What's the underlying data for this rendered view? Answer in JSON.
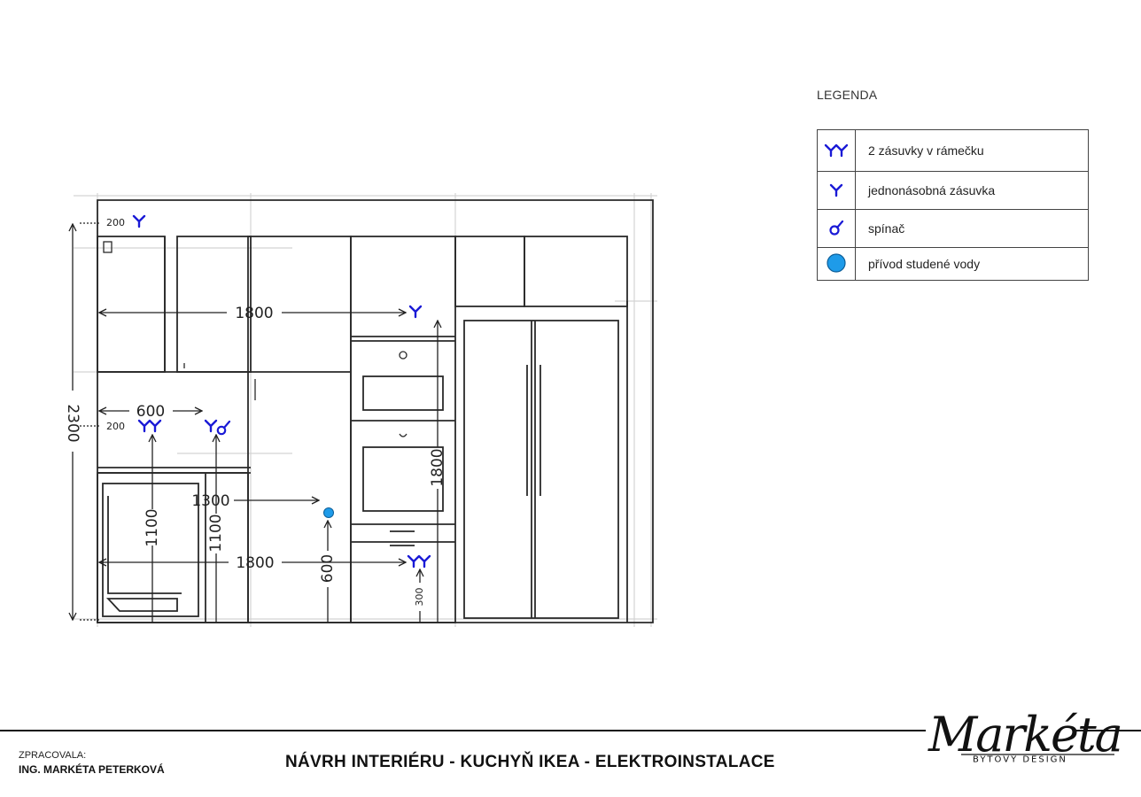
{
  "legend": {
    "title": "LEGENDA",
    "items": [
      {
        "symbol": "double-socket-icon",
        "label": "2 zásuvky v rámečku"
      },
      {
        "symbol": "single-socket-icon",
        "label": "jednonásobná zásuvka"
      },
      {
        "symbol": "switch-icon",
        "label": "spínač"
      },
      {
        "symbol": "water-inlet-icon",
        "label": "přívod studené vody"
      }
    ]
  },
  "dimensions": {
    "total_height": "2300",
    "top_socket_height": "200",
    "upper_socket_width": "1800",
    "counter_socket_width": "600",
    "counter_socket_offset": "200",
    "water_width": "1300",
    "lower_socket_width": "1800",
    "sink_height_1": "1100",
    "sink_height_2": "1100",
    "water_height": "600",
    "oven_socket_height": "1800",
    "lower_socket_height": "300"
  },
  "colors": {
    "symbol_blue": "#1a1ad6",
    "water_fill": "#1e9be9",
    "line": "#2a2a2a"
  },
  "footer": {
    "prepared_label": "ZPRACOVALA:",
    "prepared_name": "ING. MARKÉTA PETERKOVÁ",
    "title": "NÁVRH INTERIÉRU - KUCHYŇ IKEA - ELEKTROINSTALACE"
  },
  "logo": {
    "script": "Markéta",
    "subtitle": "BYTOVÝ DESIGN"
  }
}
